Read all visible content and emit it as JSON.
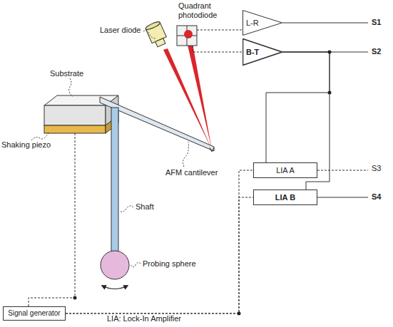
{
  "diagram": {
    "nodes": [
      {
        "text": [
          "L-R"
        ]
      },
      {
        "text": [
          "B-T"
        ]
      },
      {
        "text": [
          "LIA A"
        ]
      },
      {
        "text": [
          "LIA B"
        ]
      },
      {
        "text": [
          "Signal generator"
        ]
      }
    ],
    "edges": [
      {
        "from": 1,
        "to": 2,
        "arrow": "none"
      },
      {
        "from": 1,
        "to": 3,
        "arrow": "none"
      },
      {
        "from": 4,
        "to": 2,
        "arrow": "none"
      },
      {
        "from": 4,
        "to": 3,
        "arrow": "none"
      }
    ],
    "labels": [
      "Laser diode",
      "Quadrant photodiode",
      "Substrate",
      "Shaking piezo",
      "AFM cantilever",
      "Shaft",
      "Probing sphere",
      "LIA: Lock-In Amplifier",
      "S1",
      "S2",
      "S3",
      "S4"
    ]
  }
}
